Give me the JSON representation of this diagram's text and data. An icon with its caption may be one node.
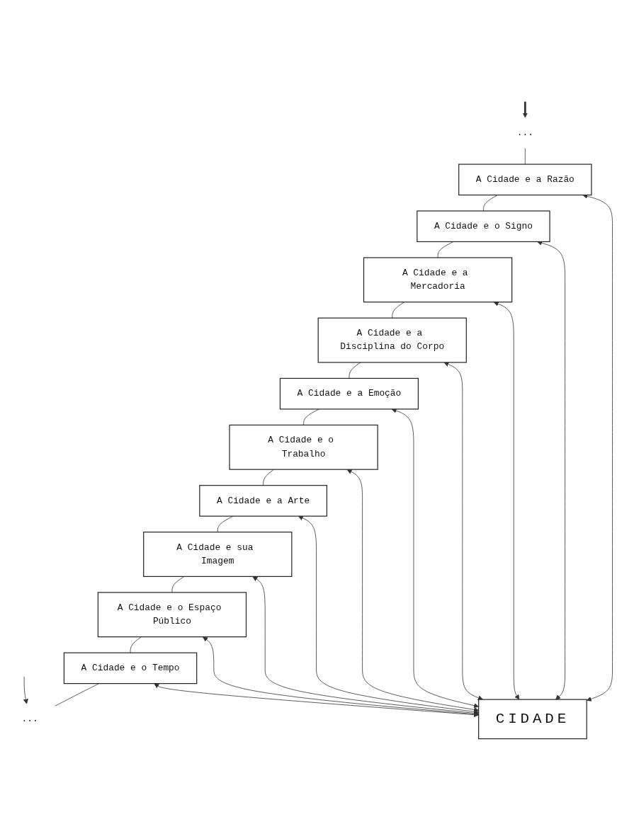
{
  "diagram": {
    "nodes": [
      {
        "text": [
          "..."
        ]
      },
      {
        "text": [
          "A Cidade e a Razão"
        ]
      },
      {
        "text": [
          "A Cidade e o Signo"
        ]
      },
      {
        "text": [
          "A Cidade e a Mercadoria"
        ]
      },
      {
        "text": [
          "A Cidade e a Disciplina do Corpo"
        ]
      },
      {
        "text": [
          "A Cidade e a Emoção"
        ]
      },
      {
        "text": [
          "A Cidade e o Trabalho"
        ]
      },
      {
        "text": [
          "A Cidade e a Arte"
        ]
      },
      {
        "text": [
          "A Cidade e sua Imagem"
        ]
      },
      {
        "text": [
          "A Cidade e o Espaço Público"
        ]
      },
      {
        "text": [
          "A Cidade e o Tempo"
        ]
      },
      {
        "text": [
          "CIDADE"
        ]
      },
      {
        "text": [
          "..."
        ]
      }
    ],
    "edges": [
      {
        "from": null,
        "to": 0,
        "arrow": "to",
        "style": "thick"
      },
      {
        "from": 0,
        "to": 1,
        "arrow": "none"
      },
      {
        "from": 1,
        "to": 2,
        "arrow": "none"
      },
      {
        "from": 2,
        "to": 3,
        "arrow": "none"
      },
      {
        "from": 3,
        "to": 4,
        "arrow": "none"
      },
      {
        "from": 4,
        "to": 5,
        "arrow": "none"
      },
      {
        "from": 5,
        "to": 6,
        "arrow": "none"
      },
      {
        "from": 6,
        "to": 7,
        "arrow": "none"
      },
      {
        "from": 7,
        "to": 8,
        "arrow": "none"
      },
      {
        "from": 8,
        "to": 9,
        "arrow": "none"
      },
      {
        "from": 9,
        "to": 10,
        "arrow": "none"
      },
      {
        "from": 10,
        "to": 12,
        "arrow": "none"
      },
      {
        "from": 1,
        "to": 11,
        "arrow": "both"
      },
      {
        "from": 2,
        "to": 11,
        "arrow": "both"
      },
      {
        "from": 3,
        "to": 11,
        "arrow": "both"
      },
      {
        "from": 4,
        "to": 11,
        "arrow": "both"
      },
      {
        "from": 5,
        "to": 11,
        "arrow": "both"
      },
      {
        "from": 6,
        "to": 11,
        "arrow": "both"
      },
      {
        "from": 7,
        "to": 11,
        "arrow": "both"
      },
      {
        "from": 8,
        "to": 11,
        "arrow": "both"
      },
      {
        "from": 9,
        "to": 11,
        "arrow": "both"
      },
      {
        "from": 10,
        "to": 11,
        "arrow": "both"
      },
      {
        "from": null,
        "to": 12,
        "arrow": "to"
      }
    ]
  }
}
